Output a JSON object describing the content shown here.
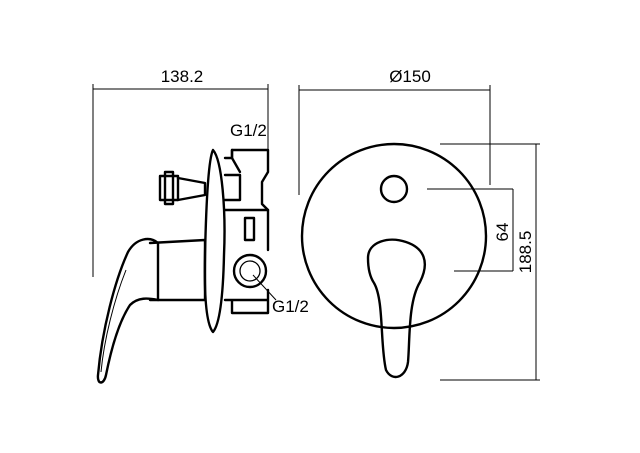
{
  "dimensions": {
    "side_width": "138.2",
    "diameter": "Ø150",
    "center_offset": "64",
    "overall_height": "188.5"
  },
  "thread_labels": {
    "top": "G1/2",
    "bottom": "G1/2"
  }
}
